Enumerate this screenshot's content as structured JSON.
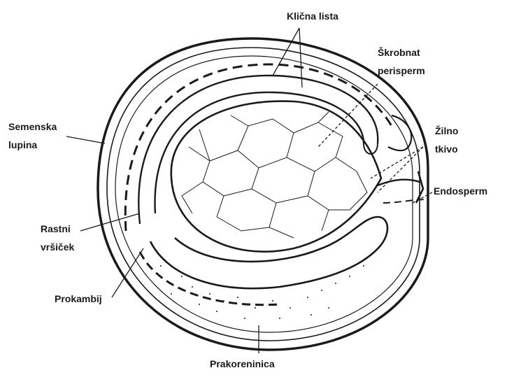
{
  "labels": {
    "klicna_lista": "Klična lista",
    "skrobnat_line1": "Škrobnat",
    "skrobnat_line2": "perisperm",
    "semenska_line1": "Semenska",
    "semenska_line2": "lupina",
    "zilno_line1": "Žilno",
    "zilno_line2": "tkivo",
    "endosperm": "Endosperm",
    "rastni_line1": "Rastni",
    "rastni_line2": "vršiček",
    "prokambij": "Prokambij",
    "prakoreninica": "Prakoreninica"
  },
  "colors": {
    "ink": "#1a1a1a",
    "background": "#ffffff"
  }
}
